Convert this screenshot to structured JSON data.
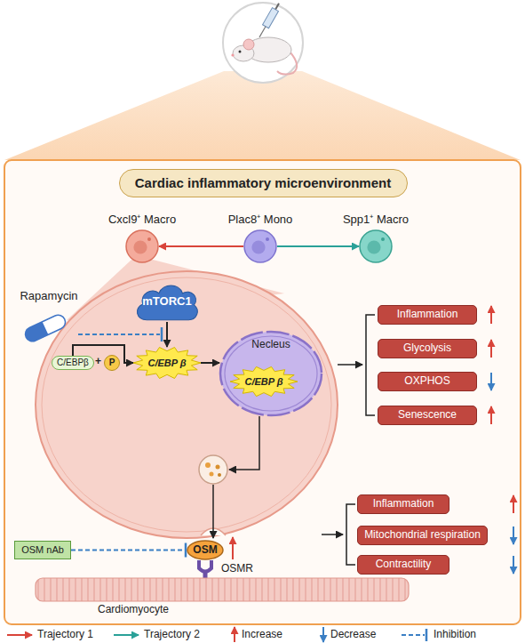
{
  "diagram": {
    "nodes": [
      {
        "text": [
          "Cardiac inflammatory microenvironment"
        ]
      },
      {
        "text": [
          "Cxcl9⁺ Macro"
        ]
      },
      {
        "text": [
          "Plac8⁺ Mono"
        ]
      },
      {
        "text": [
          "Spp1⁺ Macro"
        ]
      },
      {
        "text": [
          "Rapamycin"
        ]
      },
      {
        "text": [
          "mTORC1"
        ]
      },
      {
        "text": [
          "C/EBPβ"
        ]
      },
      {
        "text": [
          "P"
        ]
      },
      {
        "text": [
          "C/EBP β"
        ]
      },
      {
        "text": [
          "Necleus"
        ]
      },
      {
        "text": [
          "C/EBP β"
        ],
        "in": 9
      },
      {
        "text": [
          "OSM nAb"
        ]
      },
      {
        "text": [
          "OSM"
        ]
      },
      {
        "text": [
          "OSMR"
        ]
      },
      {
        "text": [
          "Cardiomyocyte"
        ]
      },
      {
        "text": [
          "Inflammation"
        ]
      },
      {
        "text": [
          "Glycolysis"
        ]
      },
      {
        "text": [
          "OXPHOS"
        ]
      },
      {
        "text": [
          "Senescence"
        ]
      },
      {
        "text": [
          "Inflammation"
        ]
      },
      {
        "text": [
          "Mitochondrial respiration"
        ]
      },
      {
        "text": [
          "Contractility"
        ]
      }
    ],
    "edges": [
      {
        "from": 2,
        "to": 1,
        "arrow": "to"
      },
      {
        "from": 2,
        "to": 3,
        "arrow": "to"
      },
      {
        "from": 5,
        "to": 8,
        "arrow": "to"
      },
      {
        "from": 6,
        "to": 8,
        "arrow": "to"
      },
      {
        "from": 8,
        "to": 9,
        "arrow": "to"
      },
      {
        "from": 11,
        "to": 12,
        "arrow": "none"
      }
    ],
    "labels": [
      "+"
    ],
    "legend": [
      {
        "text": "Trajectory 1"
      },
      {
        "text": "Trajectory 2"
      },
      {
        "text": "Increase"
      },
      {
        "text": "Decrease"
      },
      {
        "text": "Inhibition"
      }
    ]
  }
}
